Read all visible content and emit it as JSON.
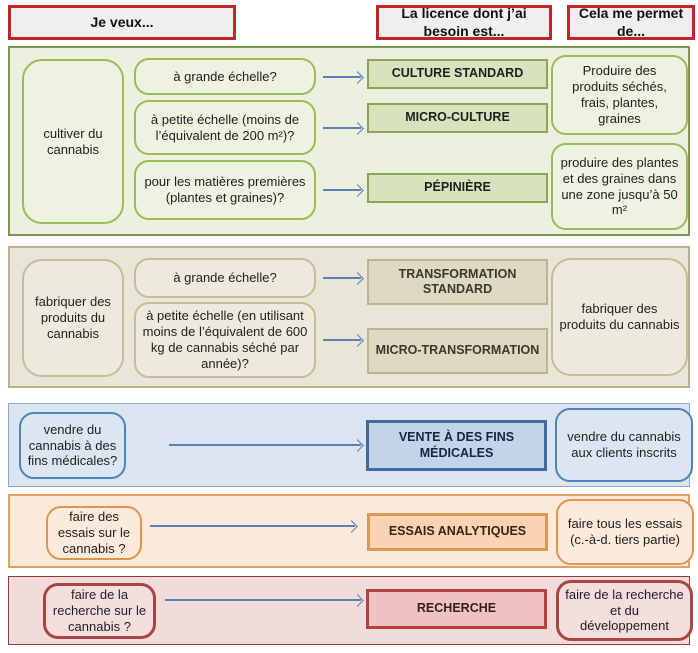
{
  "header": {
    "columns": [
      {
        "label": "Je veux..."
      },
      {
        "label": "La licence dont j’ai besoin est..."
      },
      {
        "label": "Cela me permet de..."
      }
    ]
  },
  "sections": [
    {
      "name": "cultiver",
      "category": "cultiver du cannabis",
      "questions": [
        "à grande échelle?",
        "à petite échelle (moins de l’équivalent de 200 m²)?",
        "pour les matières premières (plantes et graines)?"
      ],
      "licences": [
        "CULTURE STANDARD",
        "MICRO-CULTURE",
        "PÉPINIÈRE"
      ],
      "results": [
        "Produire des produits séchés, frais, plantes, graines",
        "produire des plantes et des graines dans une zone jusqu’à 50 m²"
      ]
    },
    {
      "name": "fabriquer",
      "category": "fabriquer des produits du cannabis",
      "questions": [
        "à grande échelle?",
        "à petite échelle (en utilisant moins de l’équivalent de 600 kg de cannabis séché par année)?"
      ],
      "licences": [
        "TRANSFORMATION STANDARD",
        "MICRO-TRANSFORMATION"
      ],
      "results": [
        "fabriquer des produits du cannabis"
      ]
    },
    {
      "name": "vendre",
      "questions": [
        "vendre du cannabis à des fins médicales?"
      ],
      "licences": [
        "VENTE À DES FINS MÉDICALES"
      ],
      "results": [
        "vendre du cannabis aux clients inscrits"
      ]
    },
    {
      "name": "essais",
      "questions": [
        "faire des essais sur le cannabis ?"
      ],
      "licences": [
        "ESSAIS ANALYTIQUES"
      ],
      "results": [
        "faire tous les essais (c.-à-d. tiers partie)"
      ]
    },
    {
      "name": "recherche",
      "questions": [
        "faire de la recherche sur le cannabis ?"
      ],
      "licences": [
        "RECHERCHE"
      ],
      "results": [
        "faire de la recherche et du développement"
      ]
    }
  ],
  "palette": {
    "header_border": "#c2262b",
    "header_fill": "#efefef",
    "green_section_bg": "#ebf1de",
    "green_accent": "#9bbb59",
    "green_licence_fill": "#d6e3bc",
    "tan_section_bg": "#e9e6d7",
    "tan_accent": "#c4bd97",
    "tan_licence_fill": "#ddd9c3",
    "blue_section_bg": "#dbe5f1",
    "blue_accent": "#4f81bd",
    "blue_licence_fill": "#c3d4e8",
    "orange_section_bg": "#fde9d9",
    "orange_accent": "#dd9550",
    "orange_licence_fill": "#fbd3b3",
    "red_section_bg": "#f2dcdb",
    "red_accent": "#c0504d",
    "red_licence_fill": "#eec2c1",
    "arrow_color": "#5b7fb5"
  }
}
